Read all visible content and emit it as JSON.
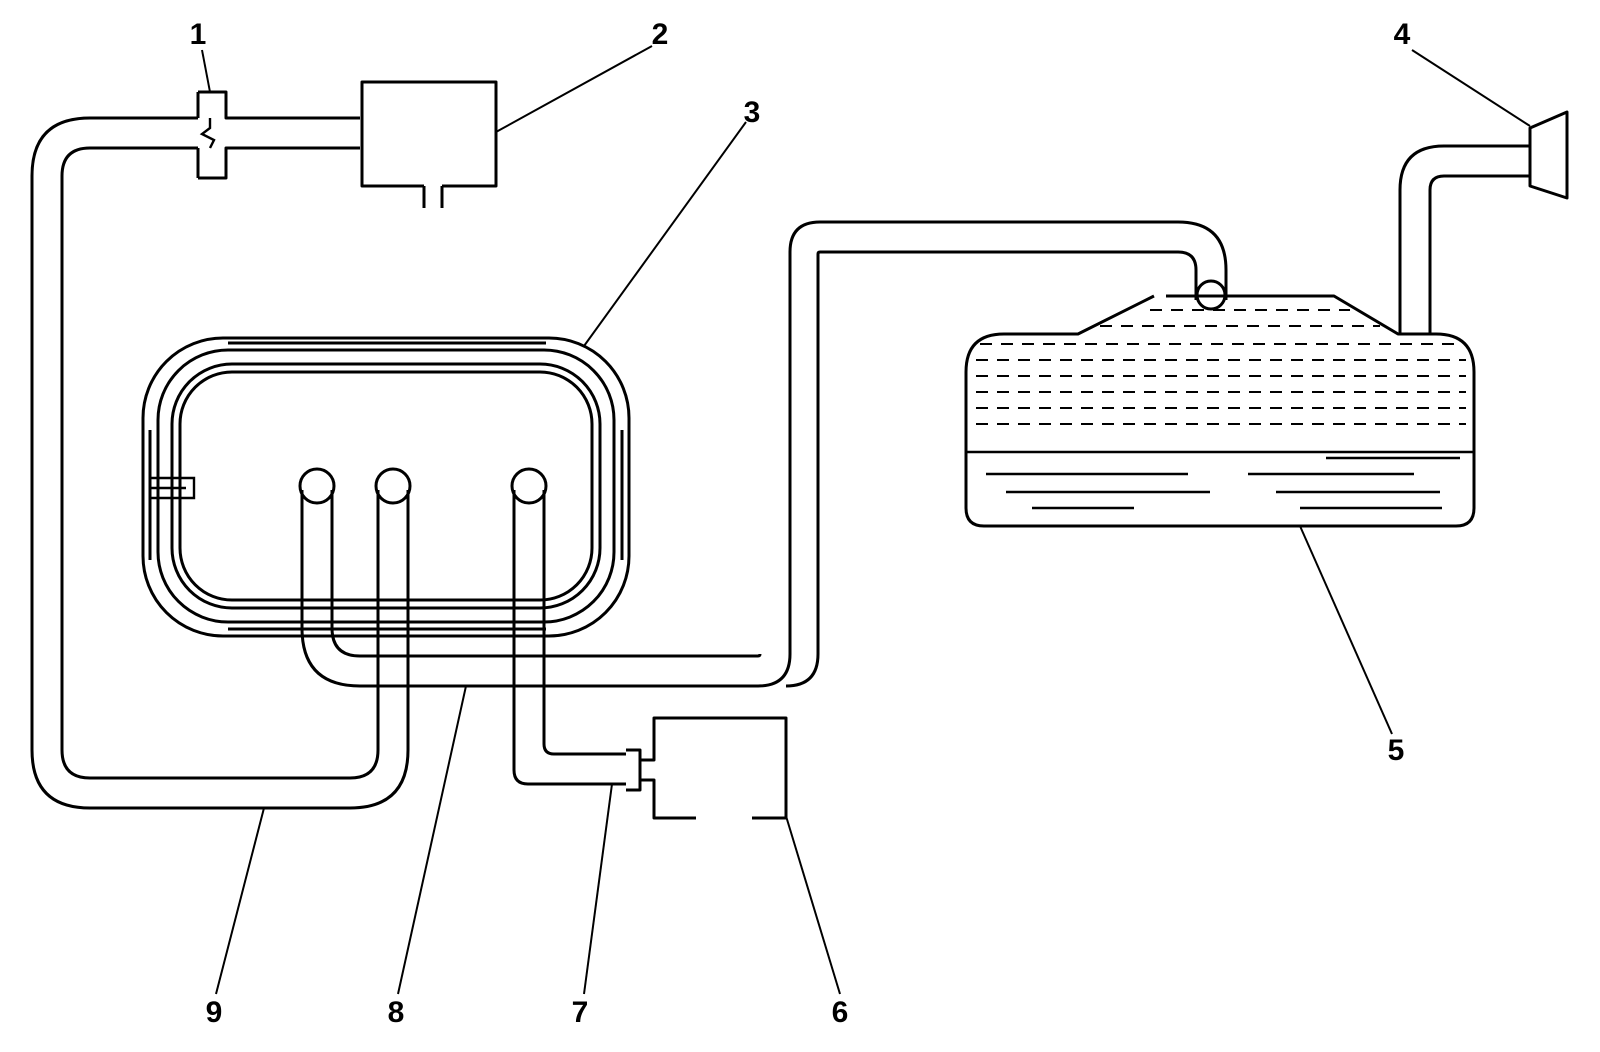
{
  "callouts": {
    "1": "1",
    "2": "2",
    "3": "3",
    "4": "4",
    "5": "5",
    "6": "6",
    "7": "7",
    "8": "8",
    "9": "9"
  }
}
